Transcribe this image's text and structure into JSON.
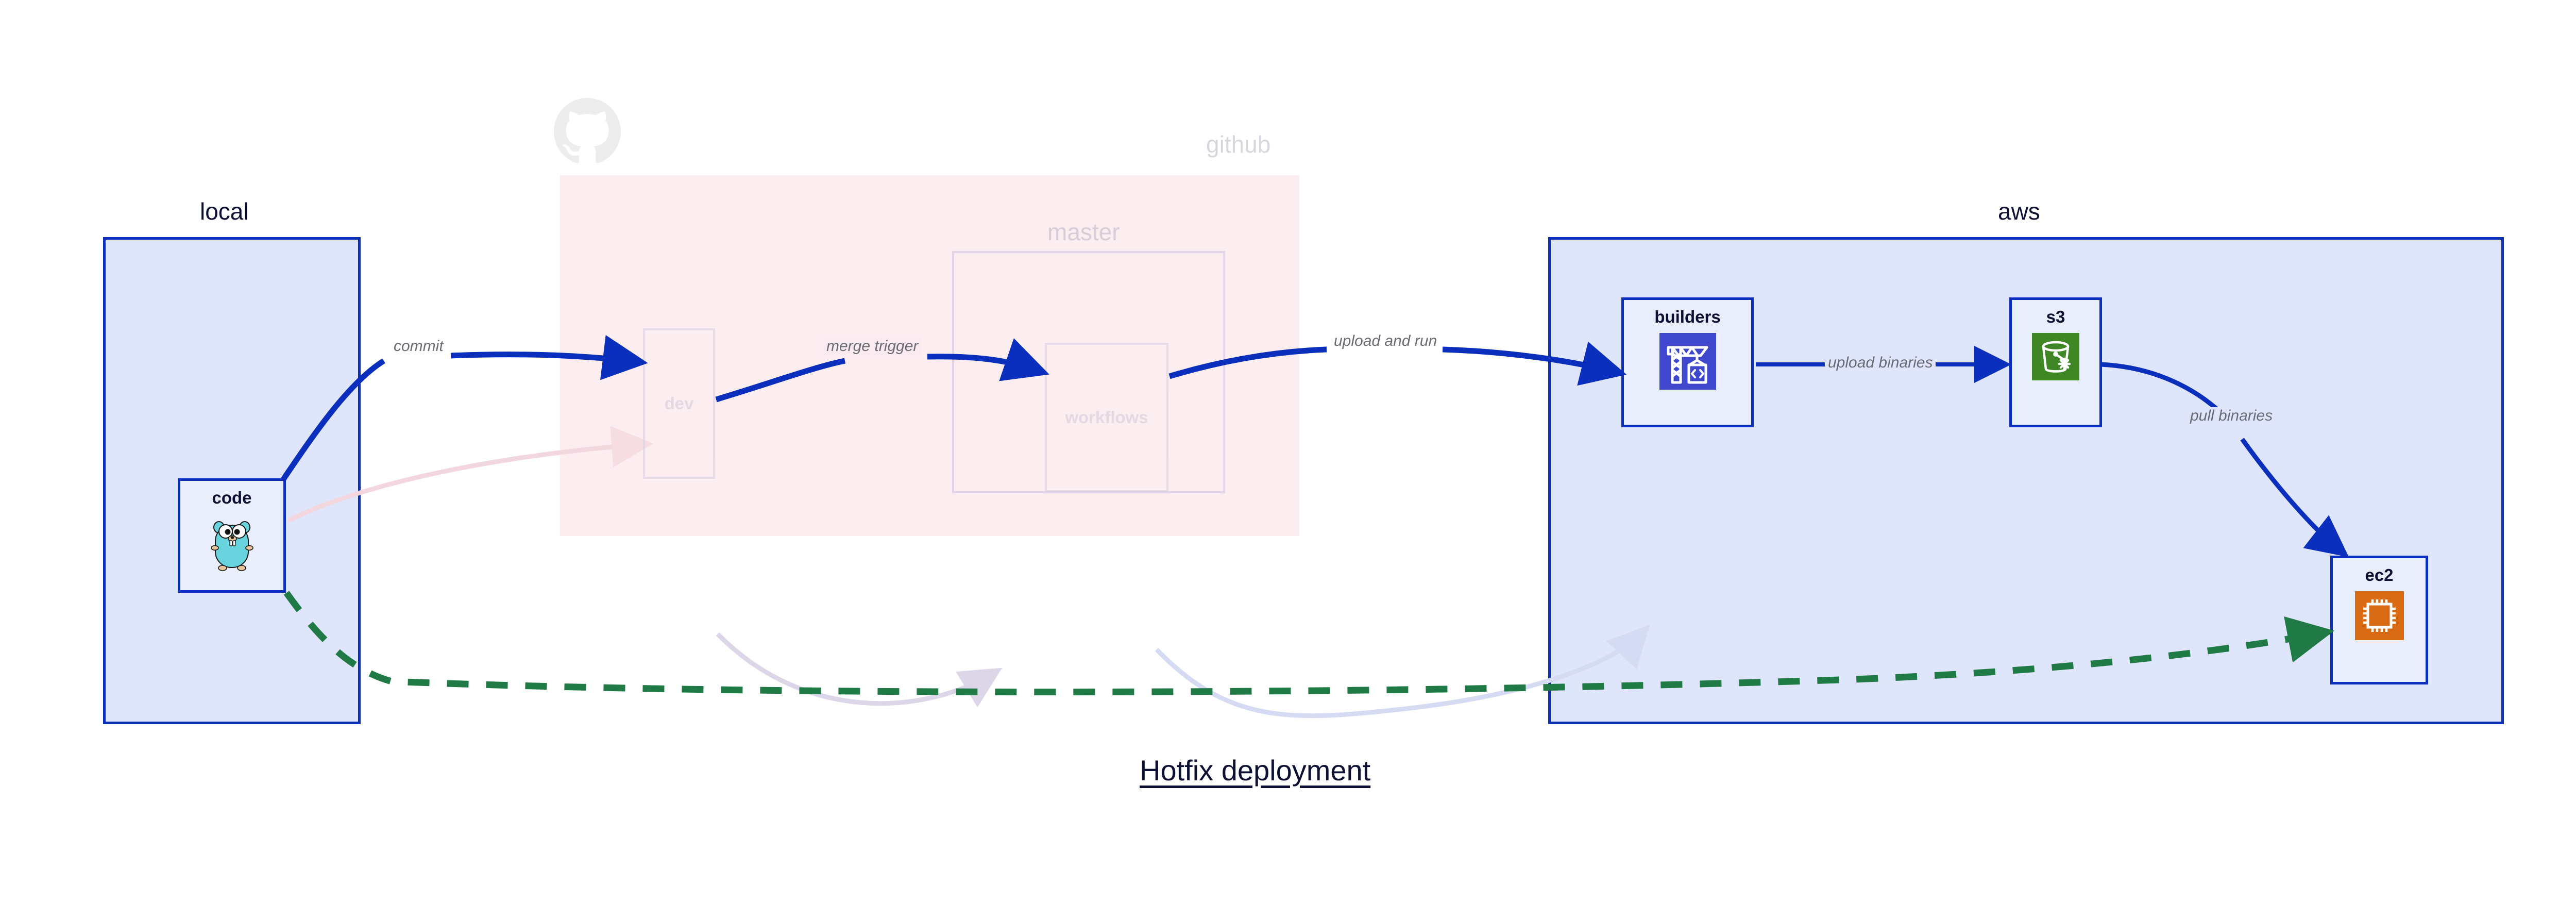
{
  "diagram": {
    "title": "Hotfix deployment",
    "colors": {
      "group_border_blue": "#0a2fbd",
      "group_fill_blue": "#dfe5fb",
      "group_fill_pink": "#fadfe6",
      "node_fill": "#e9eefc",
      "edge_active": "#0a2fbd",
      "edge_ghost": "#d5d9f0",
      "edge_dashed_green": "#1f7a45",
      "label_text": "#6b6b76",
      "faded_text": "#cfc9d8",
      "s3_green": "#3f8624",
      "ec2_orange": "#d96a14",
      "codebuild_blue": "#3f48cc",
      "gopher_cyan": "#69d3dd"
    }
  },
  "groups": [
    {
      "id": "local",
      "label": "local",
      "state": "active"
    },
    {
      "id": "github",
      "label": "github",
      "state": "faded"
    },
    {
      "id": "master",
      "label": "master",
      "state": "faded"
    },
    {
      "id": "aws",
      "label": "aws",
      "state": "active"
    }
  ],
  "nodes": [
    {
      "id": "code",
      "label": "code",
      "icon": "go-gopher-icon",
      "group": "local",
      "state": "active"
    },
    {
      "id": "dev",
      "label": "dev",
      "icon": "none",
      "group": "github",
      "state": "faded"
    },
    {
      "id": "workflows",
      "label": "workflows",
      "icon": "none",
      "group": "master",
      "state": "faded"
    },
    {
      "id": "builders",
      "label": "builders",
      "icon": "aws-codebuild-icon",
      "group": "aws",
      "state": "active"
    },
    {
      "id": "s3",
      "label": "s3",
      "icon": "aws-s3-glacier-icon",
      "group": "aws",
      "state": "active"
    },
    {
      "id": "ec2",
      "label": "ec2",
      "icon": "aws-ec2-icon",
      "group": "aws",
      "state": "active"
    }
  ],
  "edges": [
    {
      "id": "commit",
      "from": "code",
      "to": "dev",
      "label": "commit",
      "style": "solid",
      "color": "#0a2fbd",
      "state": "active"
    },
    {
      "id": "merge-trigger",
      "from": "dev",
      "to": "workflows",
      "label": "merge trigger",
      "style": "solid",
      "color": "#0a2fbd",
      "state": "active"
    },
    {
      "id": "upload-and-run",
      "from": "workflows",
      "to": "builders",
      "label": "upload and run",
      "style": "solid",
      "color": "#0a2fbd",
      "state": "active"
    },
    {
      "id": "upload-binaries",
      "from": "builders",
      "to": "s3",
      "label": "upload binaries",
      "style": "solid",
      "color": "#0a2fbd",
      "state": "active"
    },
    {
      "id": "pull-binaries",
      "from": "s3",
      "to": "ec2",
      "label": "pull binaries",
      "style": "solid",
      "color": "#0a2fbd",
      "state": "active"
    },
    {
      "id": "hotfix-direct",
      "from": "code",
      "to": "ec2",
      "label": "",
      "style": "dashed",
      "color": "#1f7a45",
      "state": "active"
    },
    {
      "id": "ghost-code-dev",
      "from": "code",
      "to": "dev",
      "label": "",
      "style": "solid",
      "color": "#f3d7de",
      "state": "ghost"
    },
    {
      "id": "ghost-dev-workflows",
      "from": "dev",
      "to": "workflows",
      "label": "",
      "style": "solid",
      "color": "#d9d2e6",
      "state": "ghost"
    },
    {
      "id": "ghost-workflows-builders",
      "from": "workflows",
      "to": "builders",
      "label": "",
      "style": "solid",
      "color": "#d5d9f0",
      "state": "ghost"
    }
  ]
}
